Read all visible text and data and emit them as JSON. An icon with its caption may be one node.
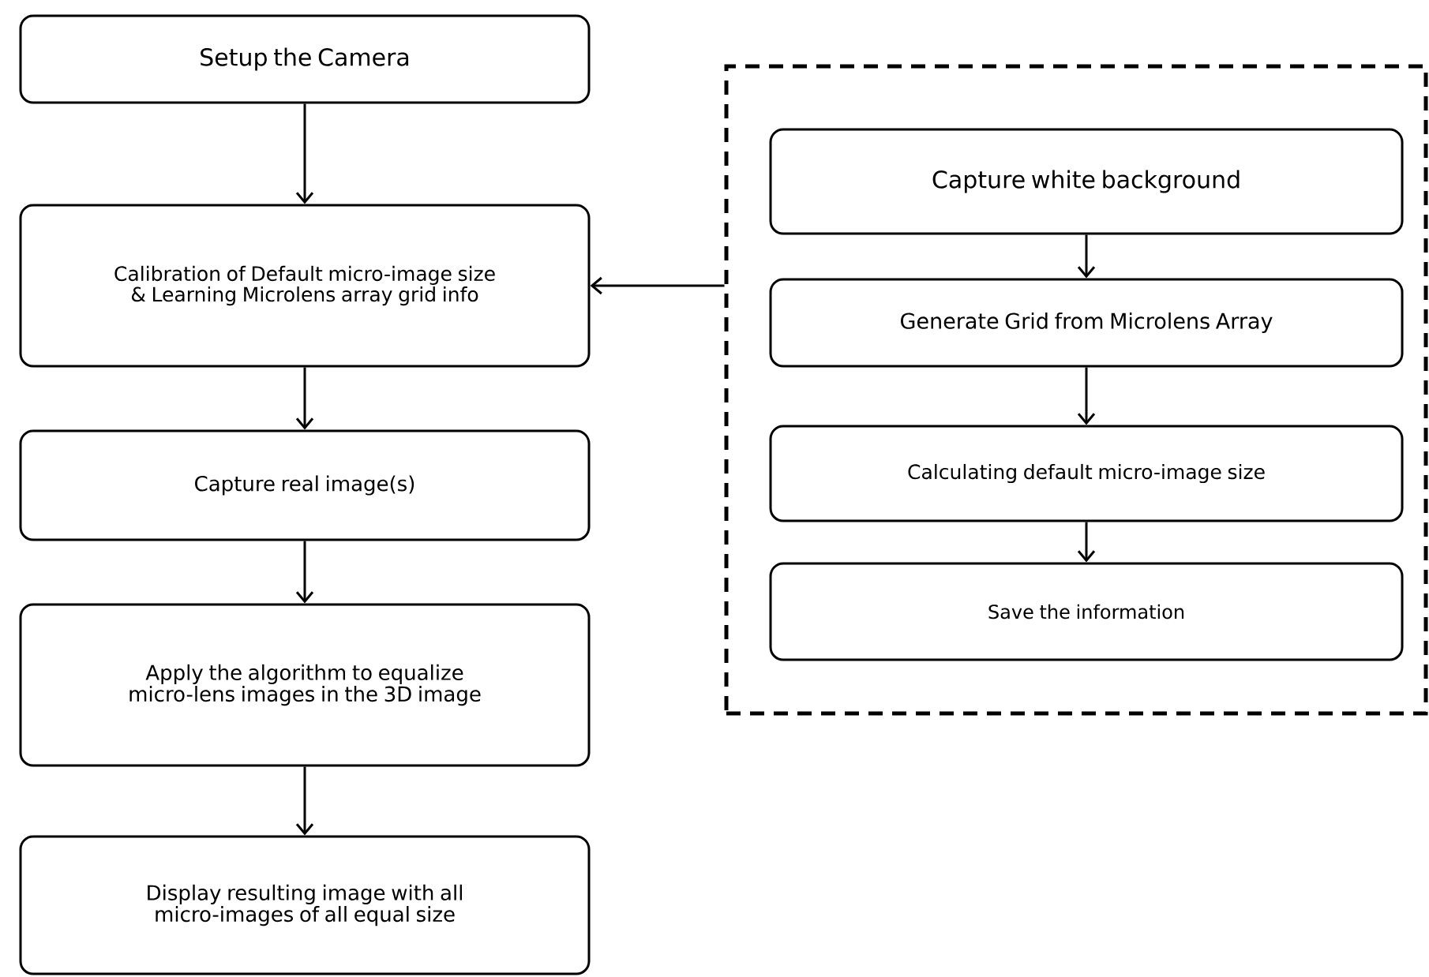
{
  "diagram": {
    "nodes": [
      {
        "text": [
          "Setup the Camera"
        ]
      },
      {
        "text": [
          "Calibration of Default micro-image size & Learning Microlens array grid info"
        ]
      },
      {
        "text": [
          "Capture real image(s)"
        ]
      },
      {
        "text": [
          "Apply the algorithm to equalize micro-lens images in the 3D image"
        ]
      },
      {
        "text": [
          "Display resulting image with all micro-images of all equal size"
        ]
      },
      {
        "text": [],
        "shape": "box"
      },
      {
        "text": [
          "Capture white background"
        ],
        "in": 5
      },
      {
        "text": [
          "Generate Grid from Microlens Array"
        ],
        "in": 5
      },
      {
        "text": [
          "Calculating default micro-image size"
        ],
        "in": 5
      },
      {
        "text": [
          "Save the information"
        ],
        "in": 5
      }
    ],
    "edges": [
      {
        "from": 0,
        "to": 1,
        "arrow": "to"
      },
      {
        "from": 1,
        "to": 2,
        "arrow": "to"
      },
      {
        "from": 2,
        "to": 3,
        "arrow": "to"
      },
      {
        "from": 3,
        "to": 4,
        "arrow": "to"
      },
      {
        "from": 6,
        "to": 7,
        "arrow": "to"
      },
      {
        "from": 7,
        "to": 8,
        "arrow": "to"
      },
      {
        "from": 8,
        "to": 9,
        "arrow": "to"
      },
      {
        "from": 5,
        "to": 1,
        "arrow": "to"
      }
    ]
  }
}
